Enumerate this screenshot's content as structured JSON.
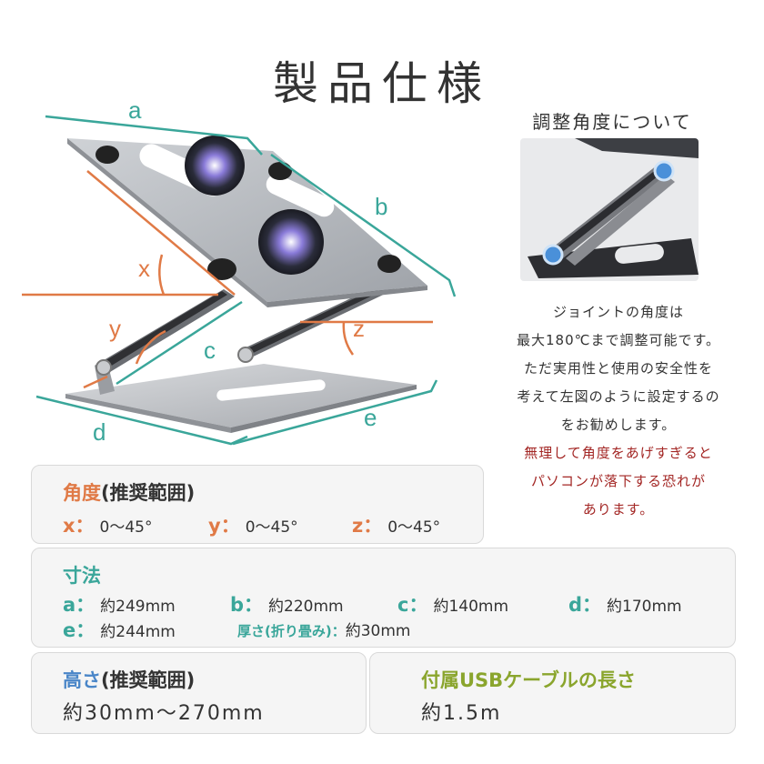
{
  "title": "製品仕様",
  "diagram": {
    "labels": [
      "a",
      "b",
      "x",
      "y",
      "c",
      "z",
      "d",
      "e"
    ]
  },
  "adjust": {
    "title": "調整角度について",
    "note_lines": [
      "ジョイントの角度は",
      "最大180℃まで調整可能です。",
      "ただ実用性と使用の安全性を",
      "考えて左図のように設定するの",
      "をお勧めします。"
    ],
    "warning_lines": [
      "無理して角度をあげすぎると",
      "パソコンが落下する恐れが",
      "あります。"
    ]
  },
  "angle": {
    "heading_main": "角度",
    "heading_sub": "(推奨範囲)",
    "items": [
      {
        "key": "x：",
        "value": "0～45°"
      },
      {
        "key": "y：",
        "value": "0～45°"
      },
      {
        "key": "z：",
        "value": "0～45°"
      }
    ]
  },
  "dimensions": {
    "heading": "寸法",
    "row1": [
      {
        "key": "a：",
        "value": "約249mm"
      },
      {
        "key": "b：",
        "value": "約220mm"
      },
      {
        "key": "c：",
        "value": "約140mm"
      },
      {
        "key": "d：",
        "value": "約170mm"
      }
    ],
    "row2": [
      {
        "key": "e：",
        "value": "約244mm"
      },
      {
        "key": "厚さ(折り畳み)：",
        "value": "約30mm"
      }
    ]
  },
  "height": {
    "heading_main": "高さ",
    "heading_sub": "(推奨範囲)",
    "value": "約30mm～270mm"
  },
  "cable": {
    "heading": "付属USBケーブルの長さ",
    "value": "約1.5m"
  },
  "colors": {
    "orange": "#e07a46",
    "teal": "#3aa69a",
    "green": "#8aa52d",
    "warning": "#a32624"
  }
}
